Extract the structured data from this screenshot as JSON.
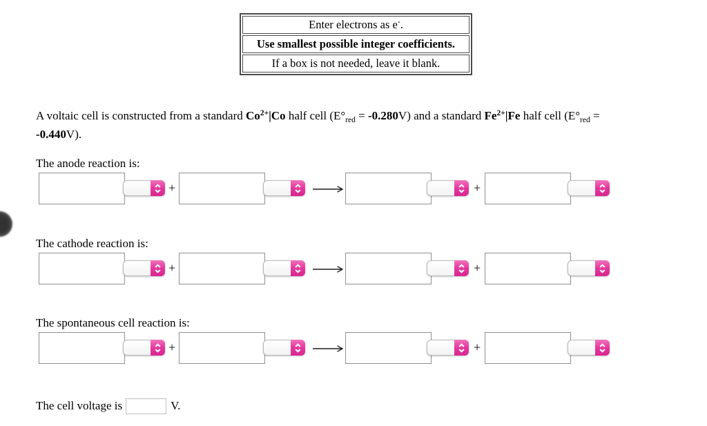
{
  "instructions_box": {
    "rows": [
      {
        "bold": false,
        "segments": [
          {
            "t": "Enter electrons as e"
          },
          {
            "t": "-",
            "sup": true
          },
          {
            "t": "."
          }
        ]
      },
      {
        "bold": true,
        "segments": [
          {
            "t": "Use smallest possible integer coefficients."
          }
        ]
      },
      {
        "bold": false,
        "segments": [
          {
            "t": "If a box is not needed, leave it blank."
          }
        ]
      }
    ]
  },
  "question": {
    "lines": [
      [
        {
          "t": "A voltaic cell is constructed from a standard "
        },
        {
          "t": "Co",
          "b": true
        },
        {
          "t": "2+",
          "b": true,
          "sup": true
        },
        {
          "t": "|Co",
          "b": true
        },
        {
          "t": " half cell (E°"
        },
        {
          "t": "red",
          "sub": true
        },
        {
          "t": " = "
        },
        {
          "t": "-0.280",
          "b": true
        },
        {
          "t": "V) and a standard "
        },
        {
          "t": "Fe",
          "b": true
        },
        {
          "t": "2+",
          "b": true,
          "sup": true
        },
        {
          "t": "|Fe",
          "b": true
        },
        {
          "t": " half cell (E°"
        },
        {
          "t": "red",
          "sub": true
        },
        {
          "t": " ="
        }
      ],
      [
        {
          "t": "-0.440",
          "b": true
        },
        {
          "t": "V)."
        }
      ]
    ]
  },
  "reactions": [
    {
      "label": "The anode reaction is:"
    },
    {
      "label": "The cathode reaction is:"
    },
    {
      "label": "The spontaneous cell reaction is:"
    }
  ],
  "reaction_row": {
    "plus_label": "+",
    "input_value": "",
    "select_value": ""
  },
  "cell_voltage": {
    "prefix": "The cell voltage is",
    "suffix": "V.",
    "value": ""
  },
  "colors": {
    "select_pink": "#e5399f",
    "select_pink_dark": "#d9268f",
    "input_border": "#8f8f8f",
    "box_border": "#4a4a4a"
  }
}
